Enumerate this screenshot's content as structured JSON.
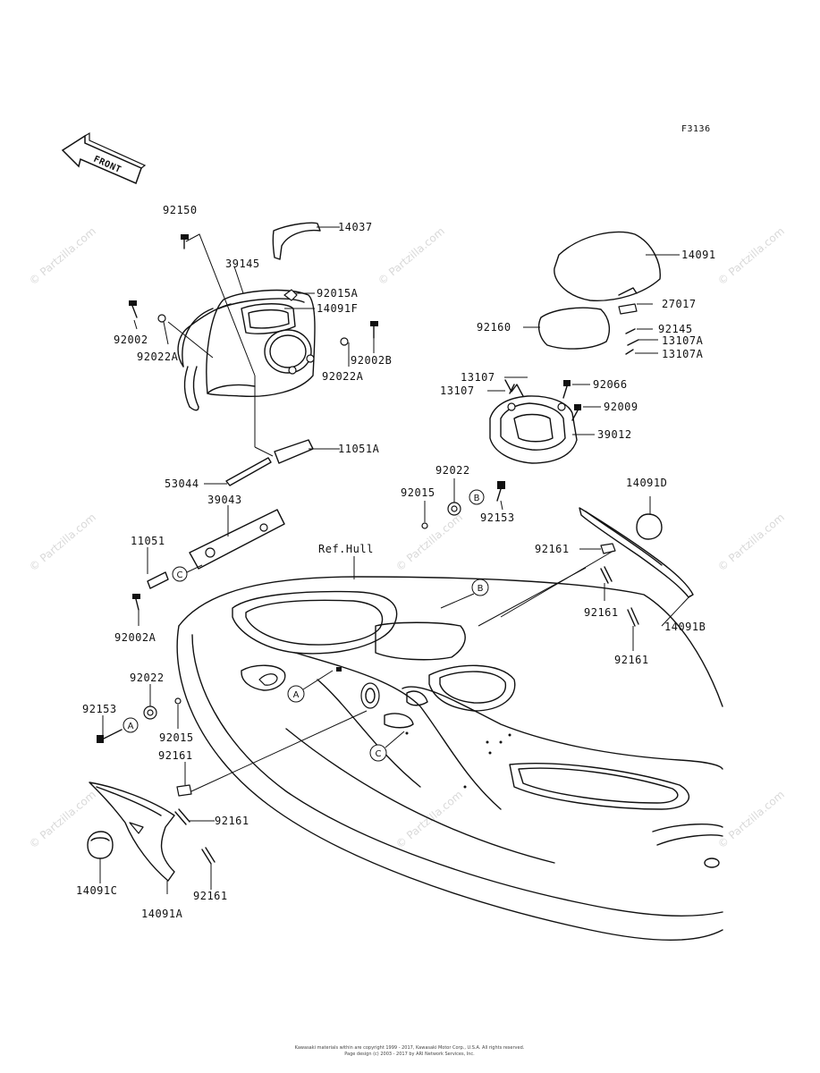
{
  "figure_code": "F3136",
  "front_label": "FRONT",
  "ref_label": "Ref.Hull",
  "callouts": {
    "a": "A",
    "b": "B",
    "c": "C"
  },
  "parts": {
    "p14037": "14037",
    "p92150": "92150",
    "p39145": "39145",
    "p92015A": "92015A",
    "p14091F": "14091F",
    "p92002": "92002",
    "p92022A_left": "92022A",
    "p92002B": "92002B",
    "p92022A_right": "92022A",
    "p11051A": "11051A",
    "p53044": "53044",
    "p39043": "39043",
    "p11051": "11051",
    "p92002A": "92002A",
    "p92022_left": "92022",
    "p92153_left": "92153",
    "p92015_left": "92015",
    "p92161_a": "92161",
    "p92161_b": "92161",
    "p92161_c": "92161",
    "p14091C": "14091C",
    "p14091A": "14091A",
    "p14091": "14091",
    "p27017": "27017",
    "p92160": "92160",
    "p92145": "92145",
    "p13107A_a": "13107A",
    "p13107A_b": "13107A",
    "p13107_a": "13107",
    "p13107_b": "13107",
    "p92066": "92066",
    "p92009": "92009",
    "p39012": "39012",
    "p92022_mid": "92022",
    "p92015_mid": "92015",
    "p92153_mid": "92153",
    "p14091D": "14091D",
    "p92161_d": "92161",
    "p92161_e": "92161",
    "p92161_f": "92161",
    "p14091B": "14091B"
  },
  "watermarks": {
    "w1": "© Partzilla.com",
    "w2": "© Partzilla.com",
    "w3": "© Partzilla.com",
    "w4": "© Partzilla.com",
    "w5": "© Partzilla.com",
    "w6": "© Partzilla.com",
    "w7": "© Partzilla.com",
    "w8": "© Partzilla.com",
    "w9": "© Partzilla.com"
  },
  "footer": {
    "line1": "Kawasaki materials within are copyright 1999 - 2017, Kawasaki Motor Corp., U.S.A. All rights reserved.",
    "line2": "Page design (c) 2003 - 2017 by ARI Network Services, Inc."
  }
}
